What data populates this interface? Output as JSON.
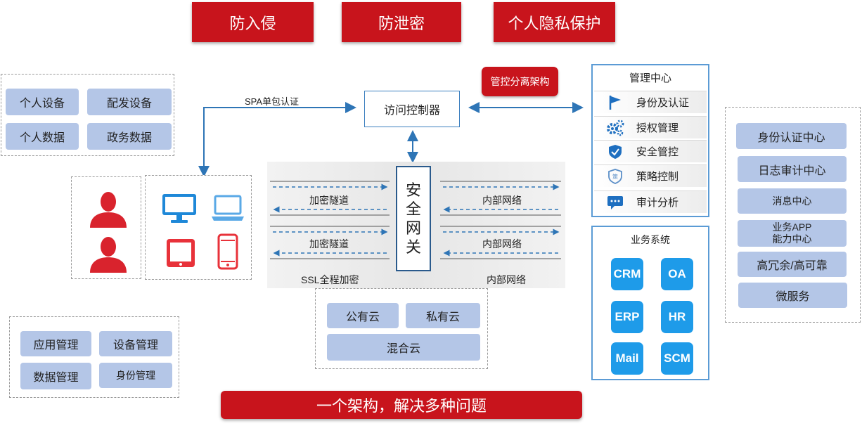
{
  "top_banners": [
    "防入侵",
    "防泄密",
    "个人隐私保护"
  ],
  "bottom_banner": "一个架构，解决多种问题",
  "devices_box": [
    "个人设备",
    "配发设备",
    "个人数据",
    "政务数据"
  ],
  "mgmt_box": [
    "应用管理",
    "设备管理",
    "数据管理",
    "身份管理"
  ],
  "controller": "访问控制器",
  "arch_tag": "管控分离架构",
  "spa_label": "SPA单包认证",
  "gateway_chars": [
    "安",
    "全",
    "网",
    "关"
  ],
  "tunnel": {
    "left_labels": [
      "加密隧道",
      "加密隧道",
      "SSL全程加密"
    ],
    "right_labels": [
      "内部网络",
      "内部网络",
      "内部网络"
    ]
  },
  "cloud_box": [
    "公有云",
    "私有云",
    "混合云"
  ],
  "mgmt_center": {
    "title": "管理中心",
    "rows": [
      {
        "label": "身份及认证",
        "icon": "flag-icon"
      },
      {
        "label": "授权管理",
        "icon": "gears-icon"
      },
      {
        "label": "安全管控",
        "icon": "shield-check-icon"
      },
      {
        "label": "策略控制",
        "icon": "policy-shield-icon"
      },
      {
        "label": "审计分析",
        "icon": "chat-icon"
      }
    ]
  },
  "business": {
    "title": "业务系统",
    "tiles": [
      "CRM",
      "OA",
      "ERP",
      "HR",
      "Mail",
      "SCM"
    ]
  },
  "services": [
    "身份认证中心",
    "日志审计中心",
    "消息中心",
    "业务APP\n能力中心",
    "高冗余/高可靠",
    "微服务"
  ],
  "colors": {
    "accent_red": "#c8141c",
    "pill_blue": "#b4c6e7",
    "tile_blue": "#1e9be9",
    "line_blue": "#2e75b6"
  }
}
